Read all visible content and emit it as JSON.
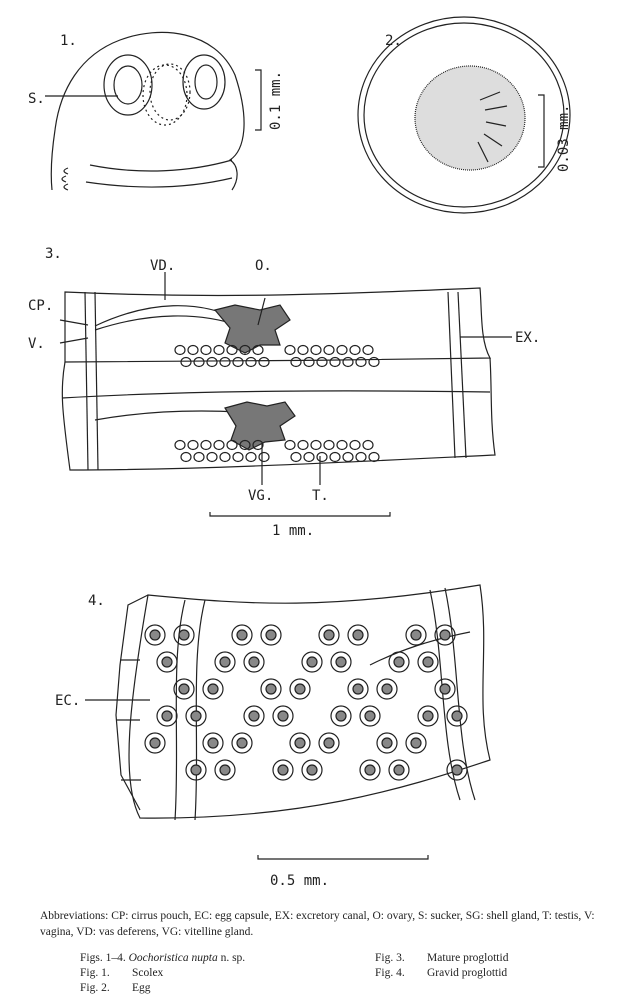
{
  "figures": {
    "fig1": {
      "number": "1.",
      "label_s": "S.",
      "scale": "0.1 mm."
    },
    "fig2": {
      "number": "2.",
      "scale": "0.03 mm."
    },
    "fig3": {
      "number": "3.",
      "label_vd": "VD.",
      "label_o": "O.",
      "label_cp": "CP.",
      "label_v": "V.",
      "label_ex": "EX.",
      "label_vg": "VG.",
      "label_t": "T.",
      "scale": "1 mm."
    },
    "fig4": {
      "number": "4.",
      "label_ec": "EC.",
      "scale": "0.5 mm."
    }
  },
  "abbreviations": "Abbreviations: CP: cirrus pouch, EC: egg capsule, EX: excretory canal, O: ovary, S: sucker, SG: shell gland, T: testis, V: vagina, VD: vas deferens, VG: vitelline gland.",
  "captions": {
    "title_prefix": "Figs. 1–4.",
    "species": "Oochoristica nupta",
    "title_suffix": "n. sp.",
    "left": [
      {
        "label": "Fig. 1.",
        "text": "Scolex"
      },
      {
        "label": "Fig. 2.",
        "text": "Egg"
      }
    ],
    "right": [
      {
        "label": "Fig. 3.",
        "text": "Mature proglottid"
      },
      {
        "label": "Fig. 4.",
        "text": "Gravid proglottid"
      }
    ]
  }
}
